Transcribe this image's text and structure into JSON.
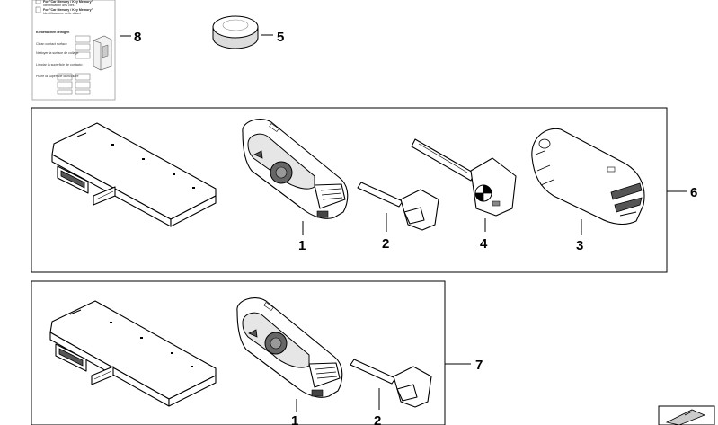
{
  "callouts": {
    "leaflet": "8",
    "battery": "5",
    "set_top": "6",
    "set_bottom": "7",
    "remote_top": "1",
    "key_top": "2",
    "emergency_key": "4",
    "key_housing": "3",
    "remote_bottom": "1",
    "key_bottom": "2"
  },
  "leaflet": {
    "header_lines": [
      "For \"Car Memory / Key Memory\"",
      "Identification des clés"
    ],
    "header_lines_2": [
      "For \"Car Memory / Key Memory\"",
      "Identificazione delle chiavi"
    ],
    "sections": [
      "Klebeflächen reinigen",
      "Clean contact surface",
      "Nettoyer la surface de collage",
      "Limpiar la superficie de contacto",
      "Pulire la superficie di incollare"
    ]
  }
}
